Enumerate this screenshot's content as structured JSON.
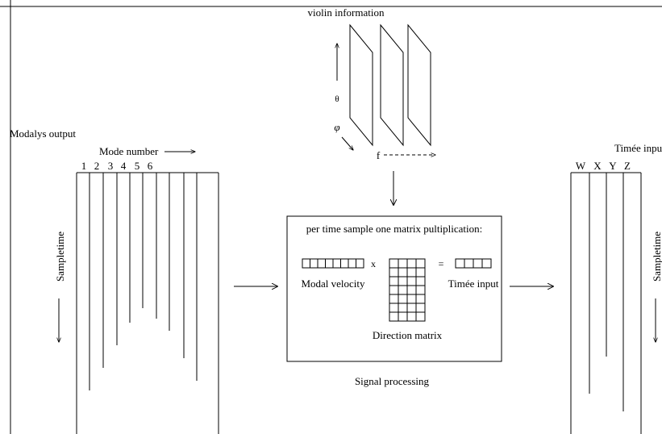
{
  "top": {
    "title": "violin information",
    "theta_symbol": "θ",
    "phi_symbol": "φ",
    "f_label": "f"
  },
  "left": {
    "title": "Modalys output",
    "mode_number_label": "Mode number",
    "mode_indices": [
      "1",
      "2",
      "3",
      "4",
      "5",
      "6"
    ],
    "sampletime_label": "Sampletime"
  },
  "center": {
    "heading": "per time sample one matrix pultiplication:",
    "times_symbol": "x",
    "equals_symbol": "=",
    "modal_velocity_label": "Modal velocity",
    "timee_input_label": "Timée input",
    "direction_matrix_label": "Direction matrix",
    "caption": "Signal processing"
  },
  "right": {
    "title": "Timée inpu",
    "channels": [
      "W",
      "X",
      "Y",
      "Z"
    ],
    "sampletime_label": "Sampletime"
  }
}
